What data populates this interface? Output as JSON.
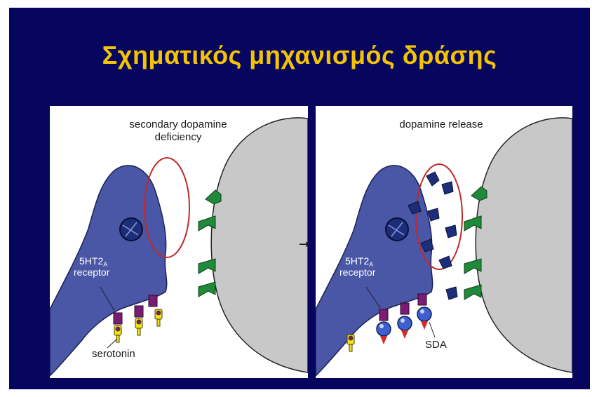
{
  "slide": {
    "title": "Σχηματικός μηχανισμός δράσης",
    "background_color": "#06065e",
    "title_color": "#f5c400"
  },
  "left_panel": {
    "heading_line1": "secondary dopamine",
    "heading_line2": "deficiency",
    "receptor_label_main": "5HT2",
    "receptor_label_sub": "A",
    "receptor_label_line2": "receptor",
    "serotonin_label": "serotonin"
  },
  "right_panel": {
    "heading": "dopamine release",
    "receptor_label_main": "5HT2",
    "receptor_label_sub": "A",
    "receptor_label_line2": "receptor",
    "drug_label": "SDA"
  },
  "transition_arrow": "→",
  "colors": {
    "neuron_blue": "#4a56a6",
    "postsynaptic_gray": "#c8c8c8",
    "receptor_purple": "#7a1c74",
    "serotonin_yellow": "#f2e21a",
    "dopamine_receptor_green": "#1f8a3a",
    "dopamine_navy": "#1c2e7a",
    "vesicle_red": "#c02a2a",
    "drug_sphere_blue": "#3f5fd0",
    "drug_tip_red": "#d52a2a"
  }
}
